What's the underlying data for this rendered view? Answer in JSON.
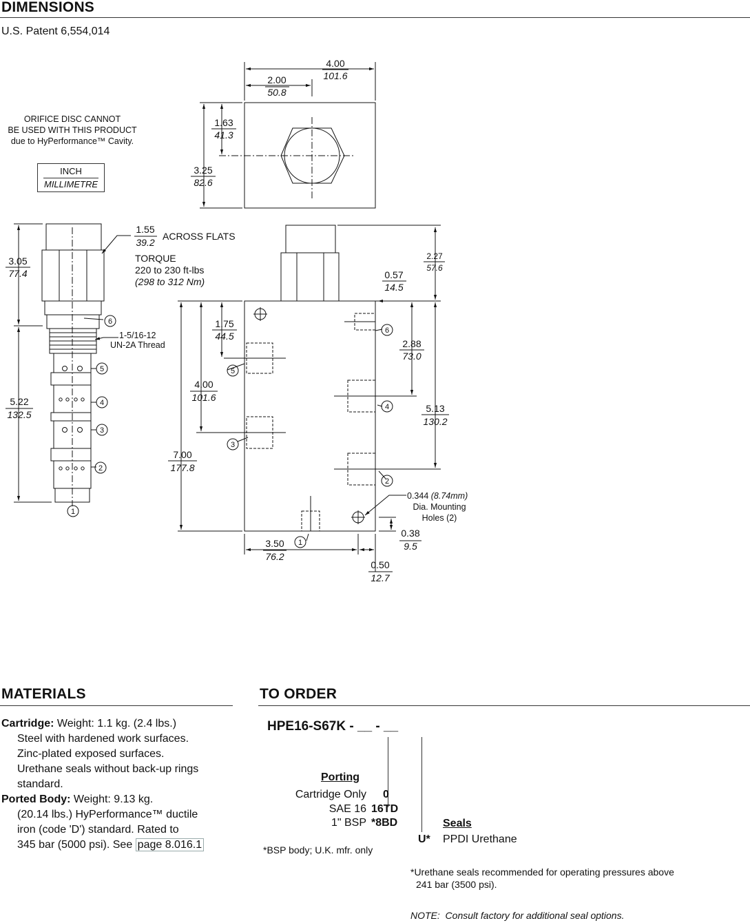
{
  "dimensions": {
    "title": "DIMENSIONS",
    "patent": "U.S. Patent 6,554,014",
    "orifice_note": [
      "ORIFICE DISC CANNOT",
      "BE USED WITH THIS PRODUCT",
      "due to HyPerformance™ Cavity."
    ],
    "unit_box": {
      "inch": "INCH",
      "millimetre": "MILLIMETRE"
    },
    "top_view": {
      "width": {
        "in": "4.00",
        "mm": "101.6"
      },
      "half_width": {
        "in": "2.00",
        "mm": "50.8"
      },
      "port_offset": {
        "in": "1.63",
        "mm": "41.3"
      },
      "height": {
        "in": "3.25",
        "mm": "82.6"
      }
    },
    "cartridge": {
      "hex": {
        "in": "1.55",
        "mm": "39.2",
        "label": "ACROSS FLATS"
      },
      "torque": {
        "label": "TORQUE",
        "range": "220 to 230 ft-lbs",
        "metric": "(298 to 312 Nm)"
      },
      "upper_len": {
        "in": "3.05",
        "mm": "77.4"
      },
      "lower_len": {
        "in": "5.22",
        "mm": "132.5"
      },
      "thread": [
        "1-5/16-12",
        "UN-2A Thread"
      ],
      "ports": [
        "6",
        "5",
        "4",
        "3",
        "2",
        "1"
      ]
    },
    "body": {
      "top_ext": {
        "in": "2.27",
        "mm": "57.6"
      },
      "d057": {
        "in": "0.57",
        "mm": "14.5"
      },
      "d175": {
        "in": "1.75",
        "mm": "44.5"
      },
      "d288": {
        "in": "2.88",
        "mm": "73.0"
      },
      "d400": {
        "in": "4.00",
        "mm": "101.6"
      },
      "d513": {
        "in": "5.13",
        "mm": "130.2"
      },
      "d700": {
        "in": "7.00",
        "mm": "177.8"
      },
      "d350": {
        "in": "3.50",
        "mm": "76.2"
      },
      "d038": {
        "in": "0.38",
        "mm": "9.5"
      },
      "d050": {
        "in": "0.50",
        "mm": "12.7"
      },
      "hole_note": {
        "size": "0.344",
        "metric": "(8.74mm)",
        "line2": "Dia. Mounting",
        "line3": "Holes (2)"
      },
      "ports": [
        "6",
        "5",
        "4",
        "3",
        "2",
        "1"
      ]
    }
  },
  "materials": {
    "title": "MATERIALS",
    "cartridge_label": "Cartridge:",
    "cartridge_weight": " Weight: 1.1 kg. (2.4 lbs.)",
    "cartridge_lines": [
      "Steel with hardened work surfaces.",
      "Zinc-plated exposed surfaces.",
      "Urethane seals without back-up rings",
      "standard."
    ],
    "body_label": "Ported Body:",
    "body_weight": " Weight: 9.13 kg.",
    "body_lines": [
      "(20.14 lbs.) HyPerformance™ ductile",
      "iron (code 'D') standard. Rated to"
    ],
    "body_last": "345 bar (5000 psi). See ",
    "body_link": "page 8.016.1"
  },
  "to_order": {
    "title": "TO ORDER",
    "model": "HPE16-S67K - __ - __",
    "porting_header": "Porting",
    "porting": [
      {
        "label": "Cartridge Only",
        "code": "0"
      },
      {
        "label": "SAE 16",
        "code": "16TD"
      },
      {
        "label": "1\" BSP",
        "code": "*8BD"
      }
    ],
    "bsp_note": "*BSP body; U.K. mfr. only",
    "seals_header": "Seals",
    "seals": [
      {
        "code": "U*",
        "label": "PPDI Urethane"
      }
    ],
    "seal_note": [
      "*Urethane seals recommended for operating pressures above",
      "241 bar (3500 psi)."
    ],
    "note": "NOTE:  Consult factory for additional seal options."
  }
}
